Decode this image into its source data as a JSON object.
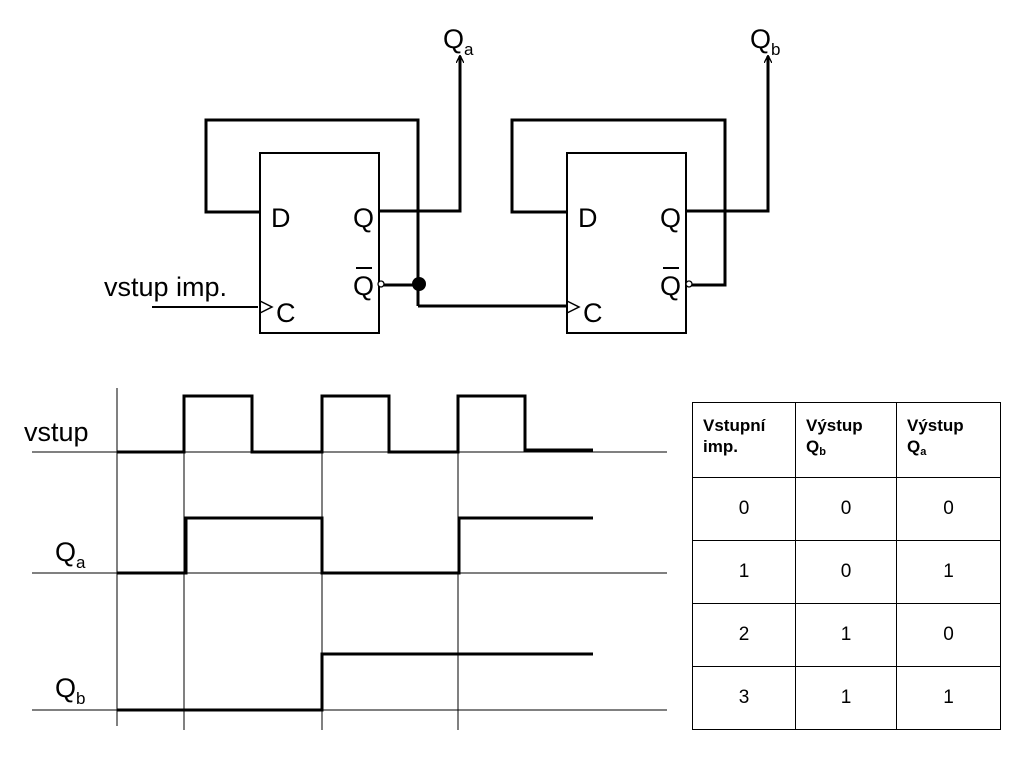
{
  "circuit": {
    "flipflop_a": {
      "d": "D",
      "clk": "C",
      "q": "Q",
      "qn": "Q"
    },
    "flipflop_b": {
      "d": "D",
      "clk": "C",
      "q": "Q",
      "qn": "Q"
    },
    "output_a": {
      "base": "Q",
      "sub": "a"
    },
    "output_b": {
      "base": "Q",
      "sub": "b"
    },
    "input_label": "vstup imp."
  },
  "timing": {
    "signals": [
      {
        "label": "vstup"
      },
      {
        "base": "Q",
        "sub": "a"
      },
      {
        "base": "Q",
        "sub": "b"
      }
    ]
  },
  "truth_table": {
    "headers": [
      {
        "line1": "Vstupní",
        "line2": "imp.",
        "sub": ""
      },
      {
        "line1": "Výstup",
        "line2": "Q",
        "sub": "b"
      },
      {
        "line1": "Výstup",
        "line2": "Q",
        "sub": "a"
      }
    ],
    "rows": [
      [
        "0",
        "0",
        "0"
      ],
      [
        "1",
        "0",
        "1"
      ],
      [
        "2",
        "1",
        "0"
      ],
      [
        "3",
        "1",
        "1"
      ]
    ]
  }
}
